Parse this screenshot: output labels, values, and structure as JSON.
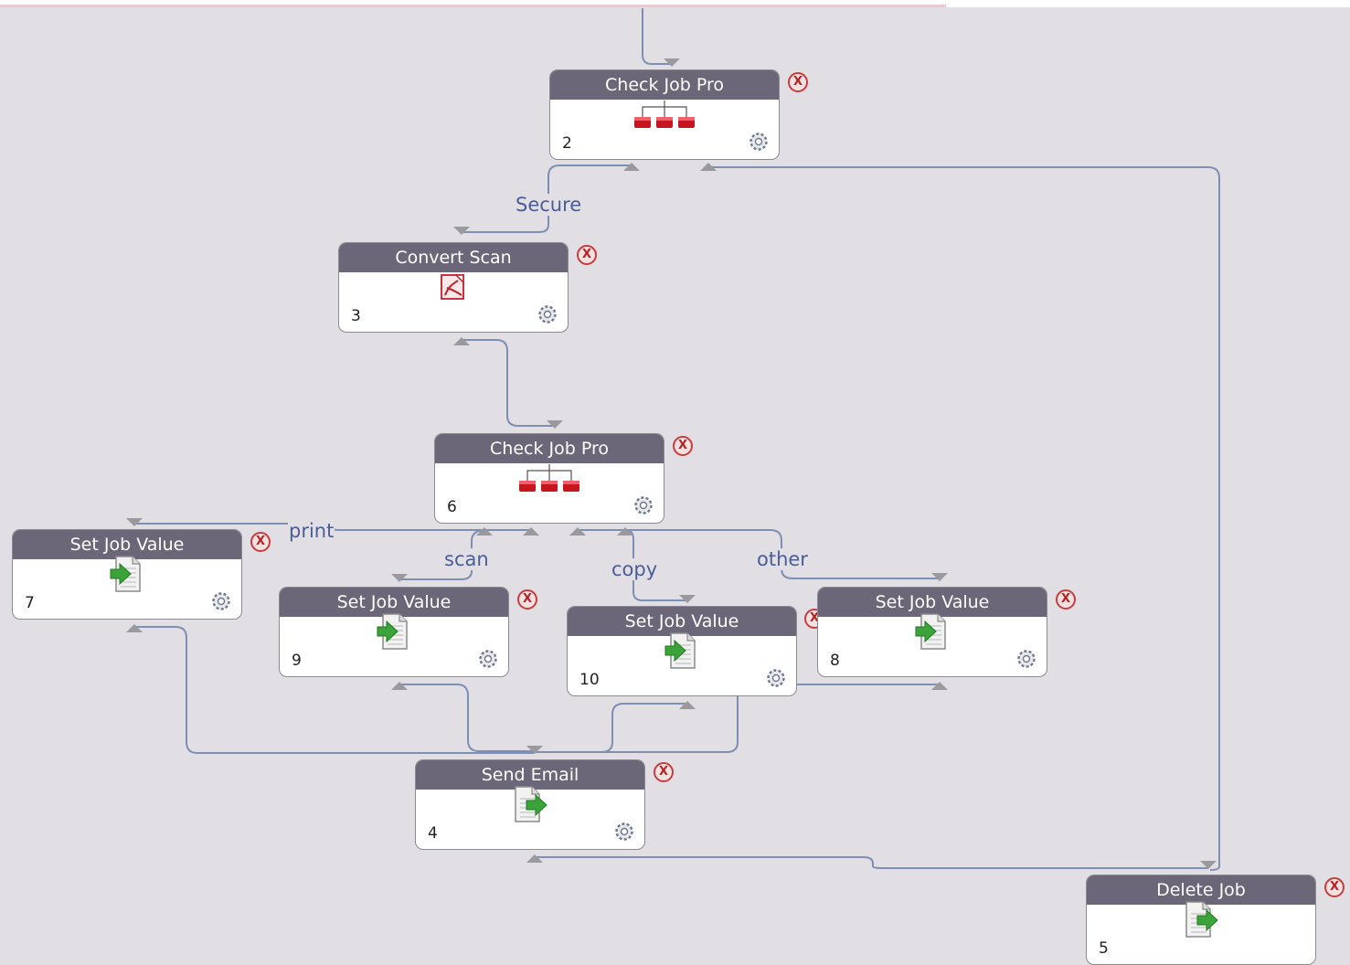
{
  "workflow": {
    "nodes": [
      {
        "id": "n2",
        "title": "Check Job Pro",
        "number": "2",
        "icon": "branch-icon"
      },
      {
        "id": "n3",
        "title": "Convert Scan",
        "number": "3",
        "icon": "pdf-convert-icon"
      },
      {
        "id": "n6",
        "title": "Check Job Pro",
        "number": "6",
        "icon": "branch-icon"
      },
      {
        "id": "n7",
        "title": "Set Job Value",
        "number": "7",
        "icon": "document-arrow-icon"
      },
      {
        "id": "n9",
        "title": "Set Job Value",
        "number": "9",
        "icon": "document-arrow-icon"
      },
      {
        "id": "n10",
        "title": "Set Job Value",
        "number": "10",
        "icon": "document-arrow-icon"
      },
      {
        "id": "n8",
        "title": "Set Job Value",
        "number": "8",
        "icon": "document-arrow-icon"
      },
      {
        "id": "n4",
        "title": "Send Email",
        "number": "4",
        "icon": "document-arrow-icon"
      },
      {
        "id": "n5",
        "title": "Delete Job",
        "number": "5",
        "icon": "document-arrow-icon"
      }
    ],
    "edges": [
      {
        "from": "start",
        "to": "n2",
        "label": ""
      },
      {
        "from": "n2",
        "to": "n3",
        "label": "Secure"
      },
      {
        "from": "n2",
        "to": "n5",
        "label": ""
      },
      {
        "from": "n3",
        "to": "n6",
        "label": ""
      },
      {
        "from": "n6",
        "to": "n7",
        "label": "print"
      },
      {
        "from": "n6",
        "to": "n9",
        "label": "scan"
      },
      {
        "from": "n6",
        "to": "n10",
        "label": "copy"
      },
      {
        "from": "n6",
        "to": "n8",
        "label": "other"
      },
      {
        "from": "n7",
        "to": "n4",
        "label": ""
      },
      {
        "from": "n9",
        "to": "n4",
        "label": ""
      },
      {
        "from": "n10",
        "to": "n4",
        "label": ""
      },
      {
        "from": "n8",
        "to": "n4",
        "label": ""
      },
      {
        "from": "n4",
        "to": "n5",
        "label": ""
      }
    ],
    "close_symbol": "X",
    "colors": {
      "canvas": "#e2dfe4",
      "node_header": "#6b6678",
      "connector": "#7d8fb3",
      "edge_label": "#4a5d96",
      "close": "#c83c3c",
      "branch_icon": "#c8141e",
      "document_arrow": "#3aa43a"
    }
  }
}
